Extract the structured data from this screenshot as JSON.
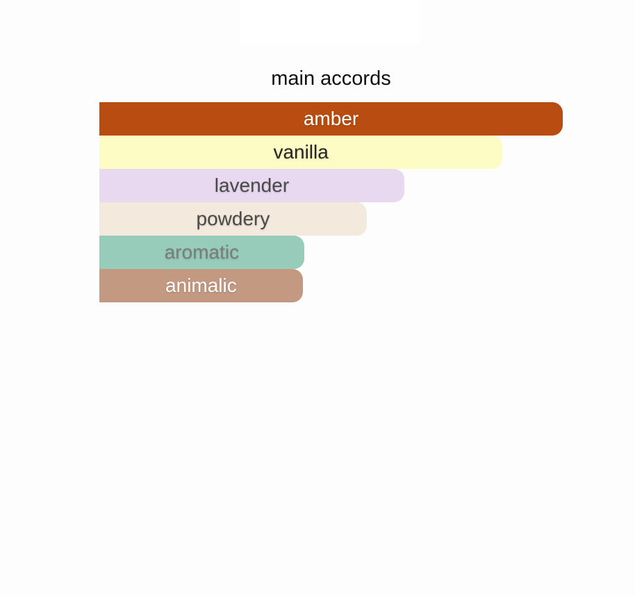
{
  "page": {
    "background_color": "#fdfdfd",
    "top_card_color": "#ffffff"
  },
  "chart_data": {
    "type": "bar",
    "orientation": "horizontal",
    "title": "main accords",
    "legend": false,
    "axes_visible": false,
    "bars": [
      {
        "label": "amber",
        "width_pct": 100,
        "color": "#b94d11",
        "text_color": "#ffffff"
      },
      {
        "label": "vanilla",
        "width_pct": 87,
        "color": "#fdfcc4",
        "text_color": "#262626"
      },
      {
        "label": "lavender",
        "width_pct": 65.8,
        "color": "#e8d9f0",
        "text_color": "#4a4a4a"
      },
      {
        "label": "powdery",
        "width_pct": 57.7,
        "color": "#f3e9dc",
        "text_color": "#4a4a4a"
      },
      {
        "label": "aromatic",
        "width_pct": 44.2,
        "color": "#97cbba",
        "text_color": "#7b7b7b"
      },
      {
        "label": "animalic",
        "width_pct": 43.9,
        "color": "#c49981",
        "text_color": "#ffffff"
      }
    ]
  }
}
